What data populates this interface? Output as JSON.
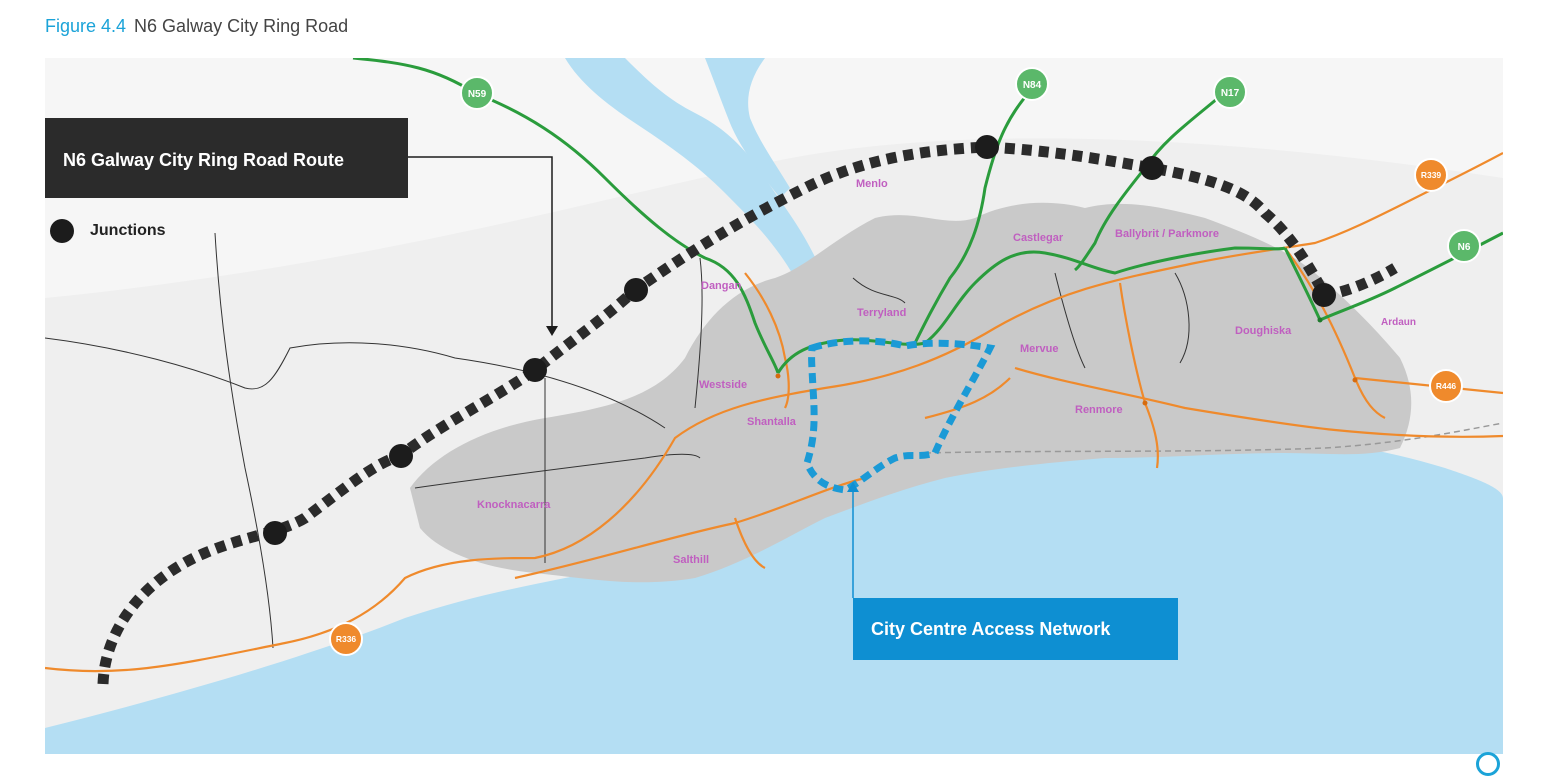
{
  "figure": {
    "number": "Figure 4.4",
    "title": "N6 Galway City Ring Road"
  },
  "callouts": {
    "ring_road": "N6 Galway City Ring Road Route",
    "city_centre": "City Centre Access Network"
  },
  "legend": {
    "junctions": "Junctions"
  },
  "colors": {
    "sea": "#b4def3",
    "land": "#efefef",
    "urban": "#c9c9c9",
    "national_road": "#2a9c3c",
    "regional_road": "#ef8a2c",
    "ring_road": "#2b2b2b",
    "access_network": "#1b9ad6",
    "place_label": "#c05fc0"
  },
  "road_shields": [
    {
      "id": "n59",
      "label": "N59",
      "type": "national"
    },
    {
      "id": "n84",
      "label": "N84",
      "type": "national"
    },
    {
      "id": "n17",
      "label": "N17",
      "type": "national"
    },
    {
      "id": "n6",
      "label": "N6",
      "type": "national"
    },
    {
      "id": "r339",
      "label": "R339",
      "type": "regional"
    },
    {
      "id": "r446",
      "label": "R446",
      "type": "regional"
    },
    {
      "id": "r336",
      "label": "R336",
      "type": "regional"
    }
  ],
  "places": [
    {
      "id": "menlo",
      "name": "Menlo"
    },
    {
      "id": "castlegar",
      "name": "Castlegar"
    },
    {
      "id": "ballybrit",
      "name": "Ballybrit / Parkmore"
    },
    {
      "id": "dangan",
      "name": "Dangan"
    },
    {
      "id": "terryland",
      "name": "Terryland"
    },
    {
      "id": "doughiska",
      "name": "Doughiska"
    },
    {
      "id": "ardaun",
      "name": "Ardaun"
    },
    {
      "id": "mervue",
      "name": "Mervue"
    },
    {
      "id": "westside",
      "name": "Westside"
    },
    {
      "id": "shantalla",
      "name": "Shantalla"
    },
    {
      "id": "renmore",
      "name": "Renmore"
    },
    {
      "id": "knocknacarra",
      "name": "Knocknacarra"
    },
    {
      "id": "salthill",
      "name": "Salthill"
    }
  ]
}
